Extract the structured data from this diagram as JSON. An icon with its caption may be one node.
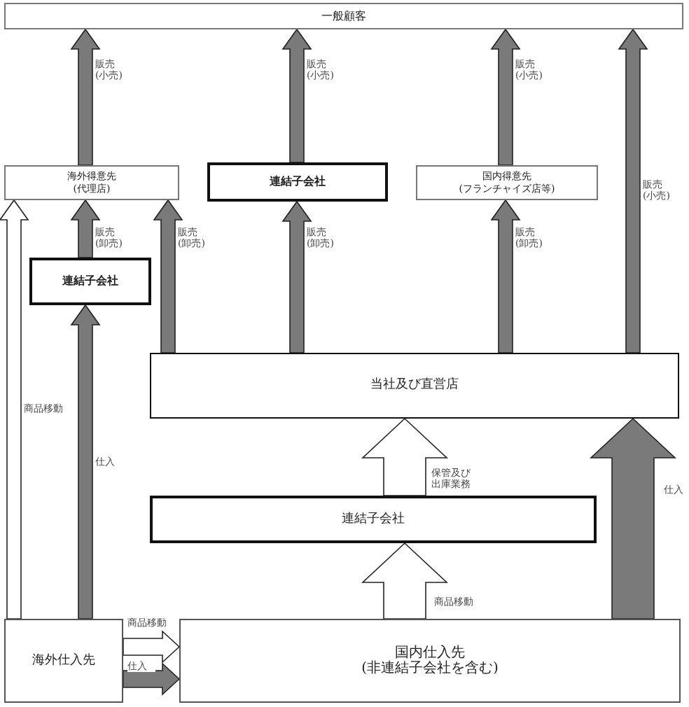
{
  "diagram": {
    "nodes": [
      {
        "text": [
          "一般顧客"
        ]
      },
      {
        "text": [
          "海外得意先",
          "(代理店)"
        ]
      },
      {
        "text": [
          "連結子会社"
        ]
      },
      {
        "text": [
          "国内得意先",
          "(フランチャイズ店等)"
        ]
      },
      {
        "text": [
          "連結子会社"
        ]
      },
      {
        "text": [
          "当社及び直営店"
        ]
      },
      {
        "text": [
          "連結子会社"
        ]
      },
      {
        "text": [
          "海外仕入先"
        ]
      },
      {
        "text": [
          "国内仕入先",
          "(非連結子会社を含む)"
        ]
      }
    ],
    "edges": [
      {
        "from": 1,
        "to": 0,
        "arrow": "to",
        "label": "販売(小売)"
      },
      {
        "from": 2,
        "to": 0,
        "arrow": "to",
        "label": "販売(小売)"
      },
      {
        "from": 3,
        "to": 0,
        "arrow": "to",
        "label": "販売(小売)"
      },
      {
        "from": 5,
        "to": 0,
        "arrow": "to",
        "label": "販売(小売)"
      },
      {
        "from": 4,
        "to": 1,
        "arrow": "to",
        "label": "販売(卸売)"
      },
      {
        "from": 5,
        "to": 1,
        "arrow": "to",
        "label": "販売(卸売)"
      },
      {
        "from": 5,
        "to": 2,
        "arrow": "to",
        "label": "販売(卸売)"
      },
      {
        "from": 5,
        "to": 3,
        "arrow": "to",
        "label": "販売(卸売)"
      },
      {
        "from": 7,
        "to": 4,
        "arrow": "to",
        "label": "仕入"
      },
      {
        "from": 7,
        "to": 1,
        "arrow": "to",
        "label": "商品移動",
        "color": "#ffffff"
      },
      {
        "from": 6,
        "to": 5,
        "arrow": "to",
        "label": "保管及び出庫業務",
        "color": "#ffffff",
        "style": "thick"
      },
      {
        "from": 8,
        "to": 6,
        "arrow": "to",
        "label": "商品移動",
        "color": "#ffffff",
        "style": "thick"
      },
      {
        "from": 8,
        "to": 5,
        "arrow": "to",
        "label": "仕入",
        "style": "thick"
      },
      {
        "from": 7,
        "to": 8,
        "arrow": "to",
        "label": "商品移動",
        "color": "#ffffff"
      },
      {
        "from": 7,
        "to": 8,
        "arrow": "to",
        "label": "仕入"
      }
    ]
  }
}
